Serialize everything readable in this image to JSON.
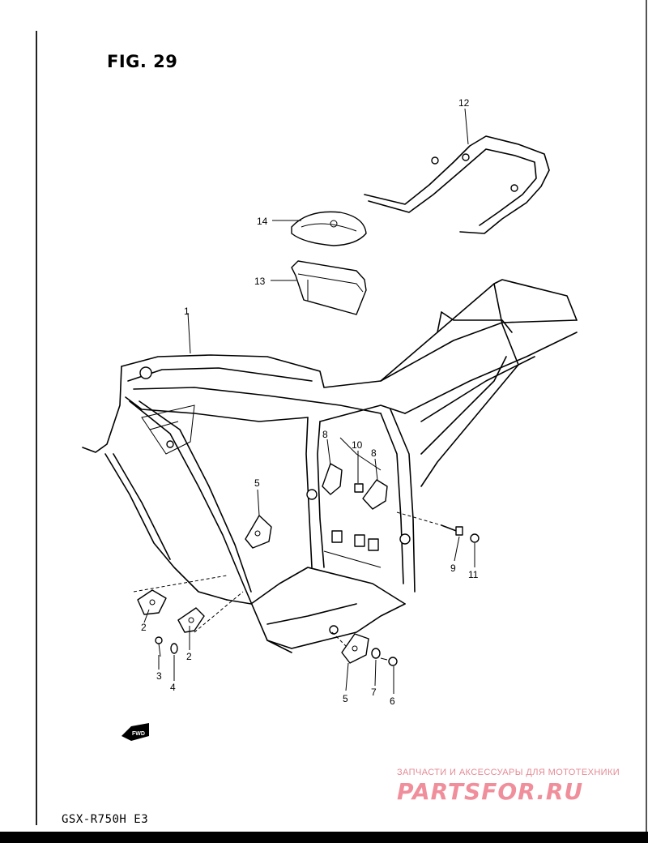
{
  "figure": {
    "title": "FIG. 29"
  },
  "model": {
    "code": "GSX-R750H  E3"
  },
  "fwd_badge": {
    "label": "FWD",
    "icon": "fwd-arrow-icon"
  },
  "callouts": {
    "p1": "1",
    "p2a": "2",
    "p2b": "2",
    "p3": "3",
    "p4": "4",
    "p5a": "5",
    "p5b": "5",
    "p6": "6",
    "p7": "7",
    "p8a": "8",
    "p8b": "8",
    "p9": "9",
    "p10": "10",
    "p11": "11",
    "p12": "12",
    "p13": "13",
    "p14": "14"
  },
  "watermark": {
    "tagline": "ЗАПЧАСТИ И АКСЕССУАРЫ ДЛЯ МОТОТЕХНИКИ",
    "logo": "PARTSFOR.RU",
    "color": "#f08f9b"
  }
}
